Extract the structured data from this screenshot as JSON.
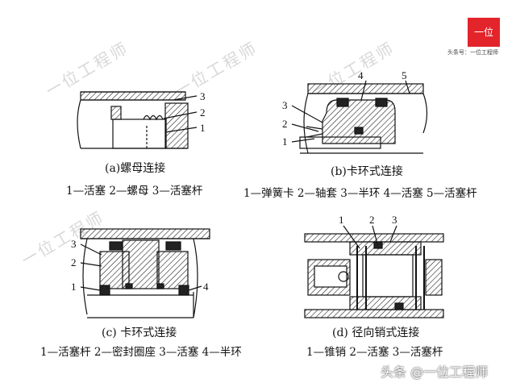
{
  "branding": {
    "logo_text": "一位",
    "logo_subtext": "头条号：一位工程师",
    "credit": "头条 @一位工程师"
  },
  "watermarks": [
    "一位工程师",
    "一位工程师",
    "一位工程师",
    "一位工程师"
  ],
  "panels": {
    "a": {
      "caption": "(a)螺母连接",
      "legend": "1—活塞  2—螺母  3—活塞杆",
      "labels": [
        "1",
        "2",
        "3"
      ]
    },
    "b": {
      "caption": "(b)卡环式连接",
      "legend": "1—弹簧卡  2—轴套  3—半环  4—活塞  5—活塞杆",
      "labels": [
        "1",
        "2",
        "3",
        "4",
        "5"
      ]
    },
    "c": {
      "caption": "(c) 卡环式连接",
      "legend": "1—活塞杆  2—密封圈座  3—活塞  4—半环",
      "labels": [
        "1",
        "2",
        "3",
        "4"
      ]
    },
    "d": {
      "caption": "(d) 径向销式连接",
      "legend": "1—锥销  2—活塞  3—活塞杆",
      "labels": [
        "1",
        "2",
        "3"
      ]
    }
  }
}
